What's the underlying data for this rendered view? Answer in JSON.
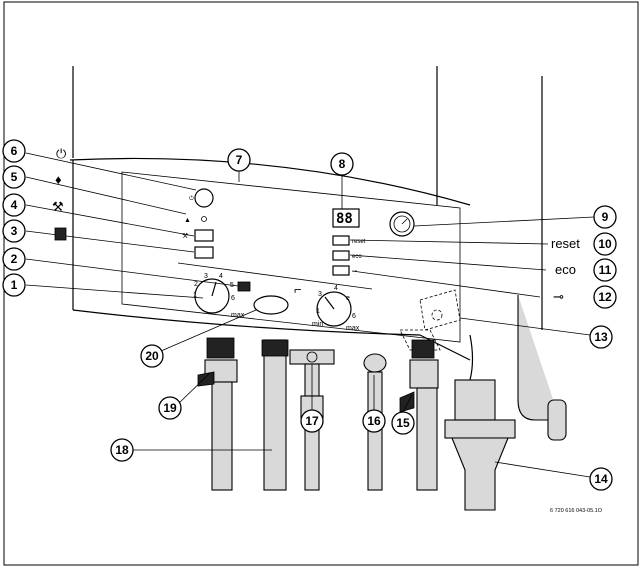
{
  "callouts": {
    "n1": "1",
    "n2": "2",
    "n3": "3",
    "n4": "4",
    "n5": "5",
    "n6": "6",
    "n7": "7",
    "n8": "8",
    "n9": "9",
    "n10": "10",
    "n11": "11",
    "n12": "12",
    "n13": "13",
    "n14": "14",
    "n15": "15",
    "n16": "16",
    "n17": "17",
    "n18": "18",
    "n19": "19",
    "n20": "20"
  },
  "labels": {
    "reset": "reset",
    "eco": "eco",
    "button_reset": "reset",
    "button_eco": "eco",
    "display": "88",
    "reference": "6 720 616 043-05.1O"
  },
  "dial_left": {
    "t1": "1",
    "t2": "2",
    "t3": "3",
    "t4": "4",
    "t5": "5",
    "t6": "6",
    "max": "max"
  },
  "dial_right": {
    "t1": "1",
    "t3": "3",
    "t4": "4",
    "e": "e",
    "t6": "6",
    "min": "min",
    "max": "max"
  },
  "icons": [
    "power-icon",
    "flame-icon",
    "wrench-icon",
    "chimney-sweep-icon",
    "radiator-icon",
    "tap-icon",
    "key-icon"
  ]
}
